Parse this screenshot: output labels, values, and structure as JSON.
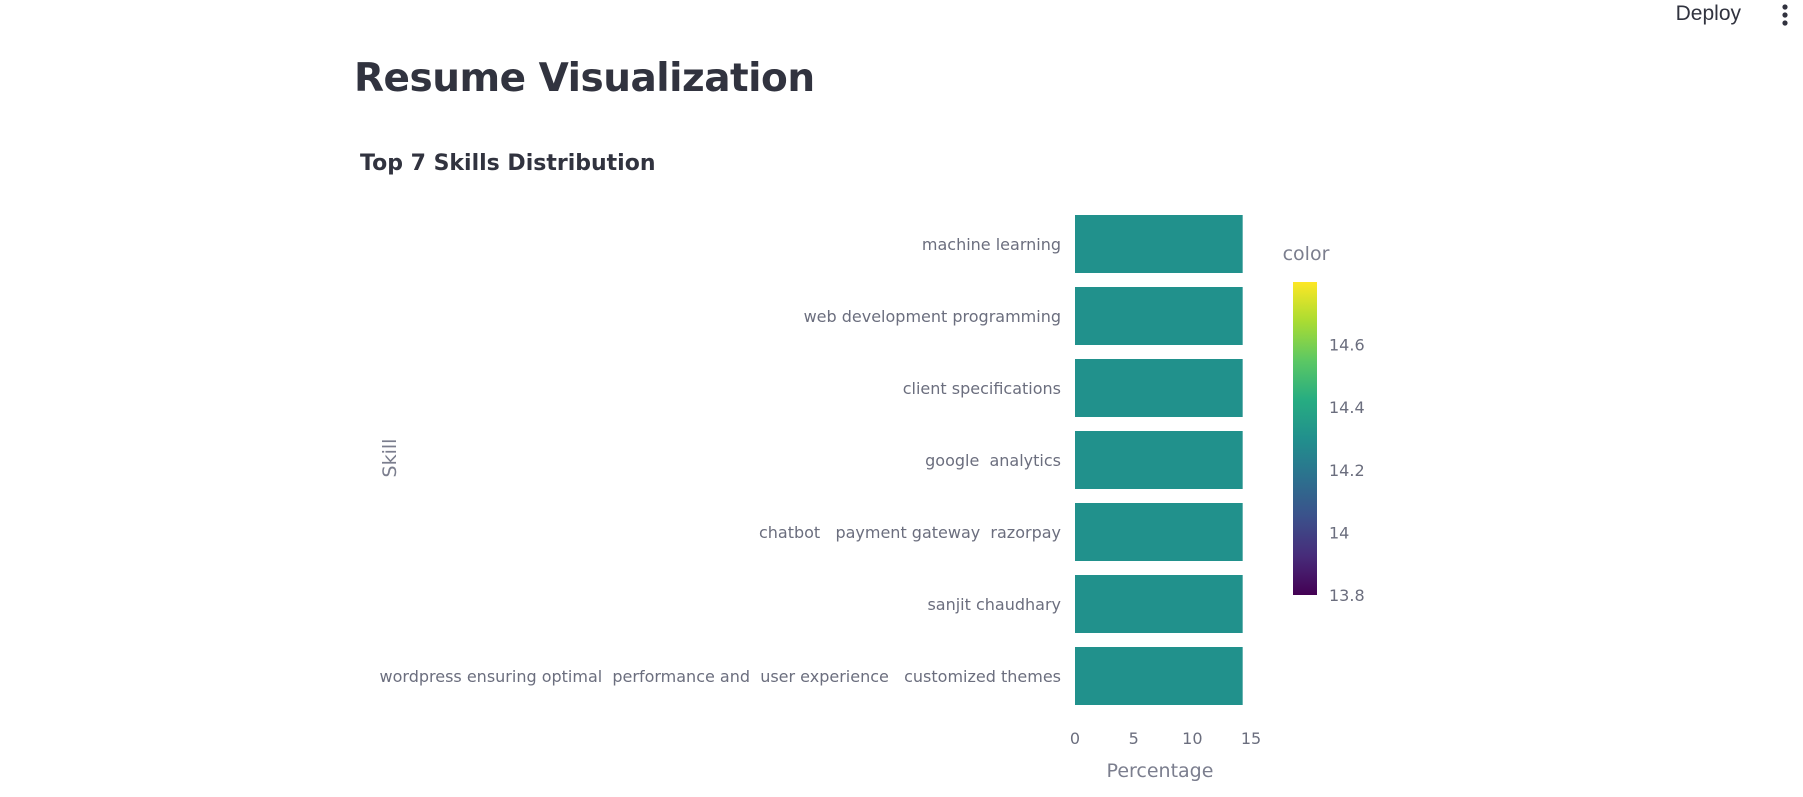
{
  "app": {
    "deploy_label": "Deploy",
    "menu_icon": "vertical-ellipsis-icon"
  },
  "page": {
    "title": "Resume Visualization"
  },
  "chart_data": {
    "type": "bar",
    "orientation": "horizontal",
    "title": "Top 7 Skills Distribution",
    "xlabel": "Percentage",
    "ylabel": "Skill",
    "categories": [
      "machine learning",
      "web development programming",
      "client specifications",
      "google  analytics",
      "chatbot   payment gateway  razorpay",
      "sanjit chaudhary",
      "wordpress ensuring optimal  performance and  user experience   customized themes"
    ],
    "values": [
      14.29,
      14.29,
      14.29,
      14.29,
      14.29,
      14.29,
      14.29
    ],
    "xlim": [
      0,
      15
    ],
    "xticks": [
      "0",
      "5",
      "10",
      "15"
    ],
    "grid": false,
    "bar_color": "#21918c",
    "colorbar": {
      "title": "color",
      "range": [
        13.8,
        14.8
      ],
      "ticks": [
        "14.6",
        "14.4",
        "14.2",
        "14",
        "13.8"
      ],
      "tick_values": [
        14.6,
        14.4,
        14.2,
        14.0,
        13.8
      ],
      "colors": [
        "#440154",
        "#472c7a",
        "#3b518b",
        "#2c718e",
        "#21908d",
        "#27ad81",
        "#5cc863",
        "#aadc32",
        "#fde725"
      ]
    }
  }
}
